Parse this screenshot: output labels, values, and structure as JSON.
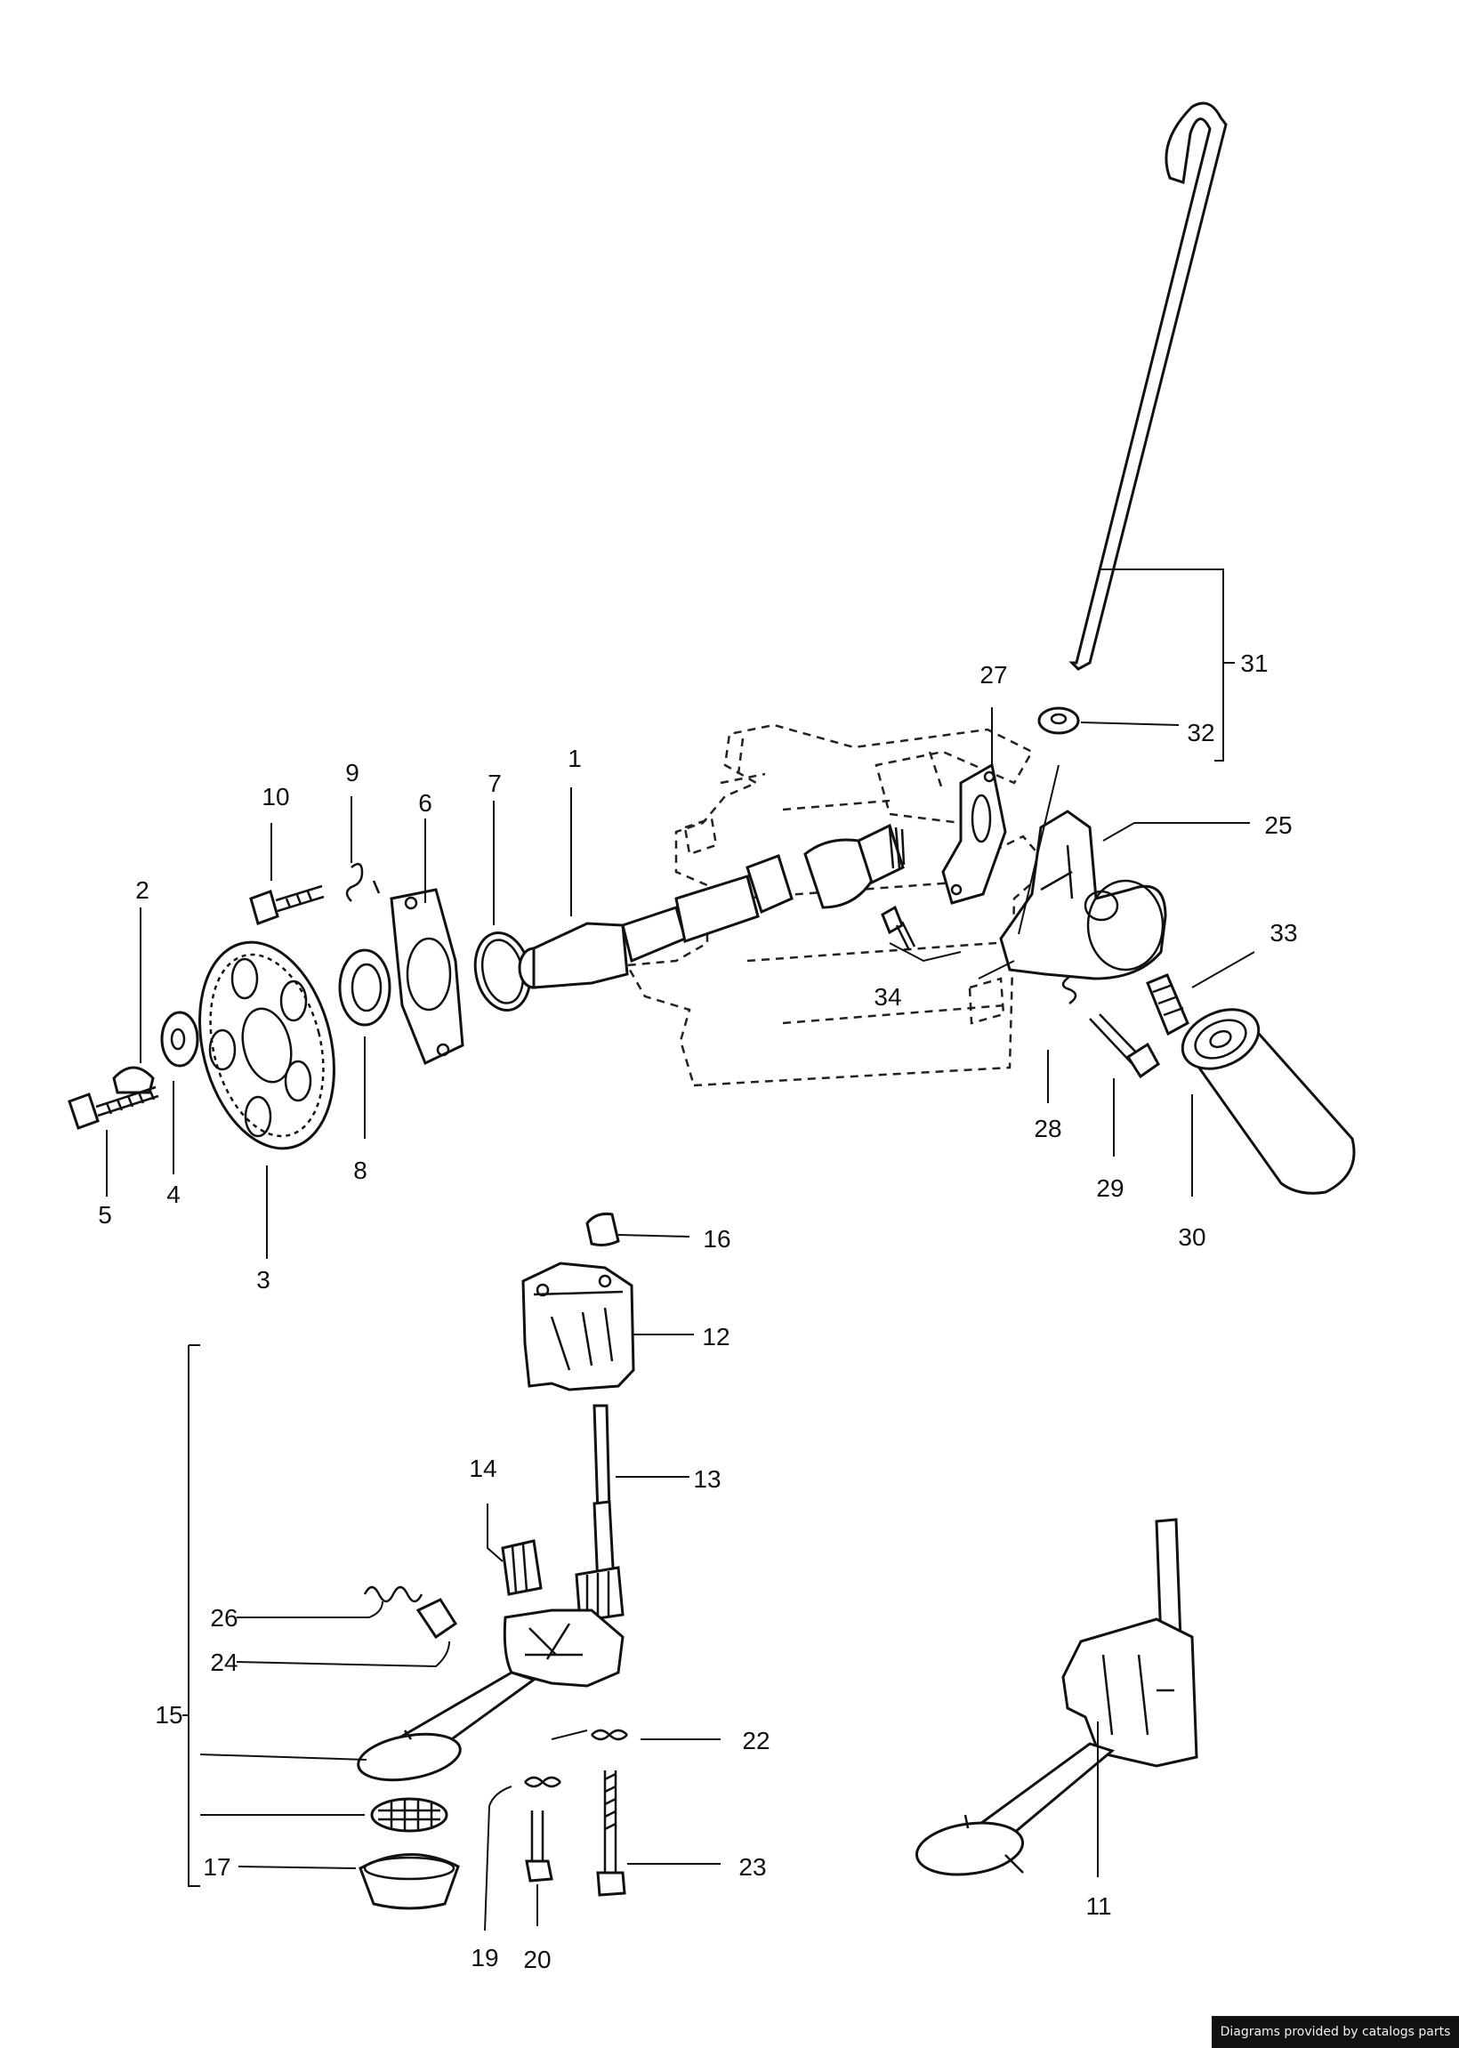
{
  "credit": "Diagrams provided by catalogs parts",
  "labels": {
    "p1": "1",
    "p2": "2",
    "p3": "3",
    "p4": "4",
    "p5": "5",
    "p6": "6",
    "p7": "7",
    "p8": "8",
    "p9": "9",
    "p10": "10",
    "p11": "11",
    "p12": "12",
    "p13": "13",
    "p14": "14",
    "p15": "15",
    "p16": "16",
    "p17": "17",
    "p19": "19",
    "p20": "20",
    "p22": "22",
    "p23": "23",
    "p24": "24",
    "p25": "25",
    "p26": "26",
    "p27": "27",
    "p28": "28",
    "p29": "29",
    "p30": "30",
    "p31": "31",
    "p32": "32",
    "p33": "33",
    "p34": "34"
  }
}
